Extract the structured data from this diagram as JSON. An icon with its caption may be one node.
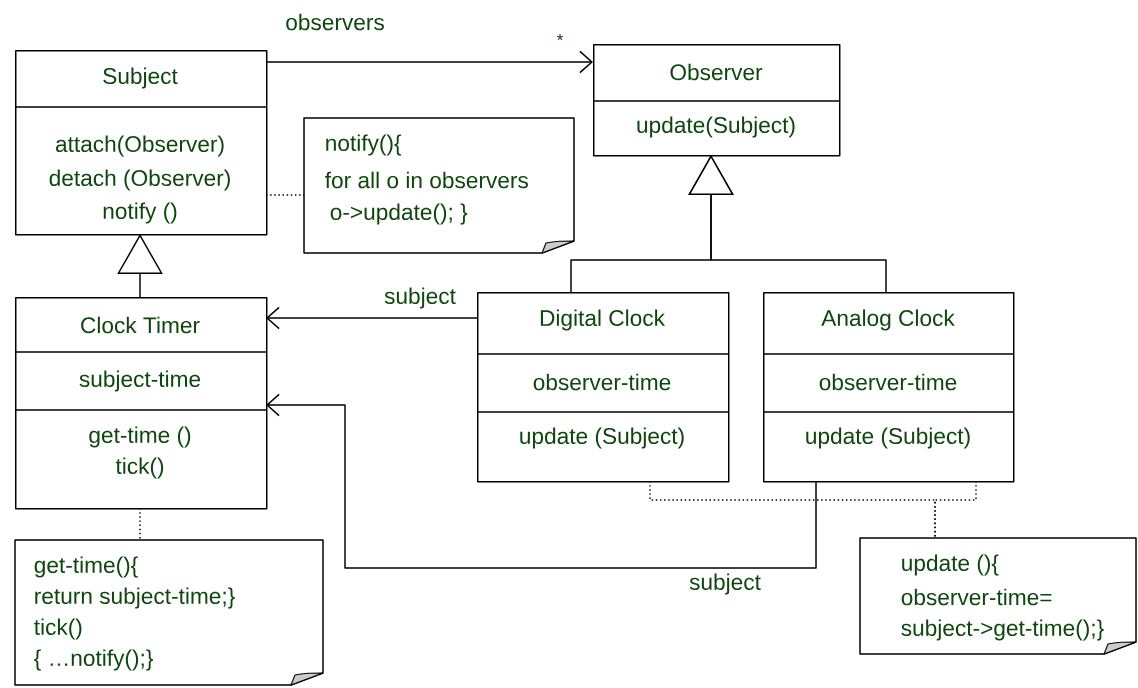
{
  "diagram": {
    "nodes": [
      {
        "text": [
          "Subject",
          "attach(Observer)",
          "detach (Observer)",
          "notify ()"
        ]
      },
      {
        "text": [
          "Observer",
          "update(Subject)"
        ]
      },
      {
        "text": [
          "notify(){",
          "for all o in observers",
          "o->update(); }"
        ]
      },
      {
        "text": [
          "Clock Timer",
          "subject-time",
          "get-time ()",
          "tick()"
        ]
      },
      {
        "text": [
          "Digital Clock",
          "observer-time",
          "update (Subject)"
        ]
      },
      {
        "text": [
          "Analog Clock",
          "observer-time",
          "update (Subject)"
        ]
      },
      {
        "text": [
          "get-time(){",
          "return subject-time;}",
          "tick()",
          "{ …notify();}"
        ]
      },
      {
        "text": [
          "update (){",
          "observer-time=",
          "subject->get-time();}"
        ]
      }
    ],
    "edges": [
      {
        "from": 0,
        "to": 1,
        "arrow": "to",
        "label": "observers"
      },
      {
        "from": 0,
        "to": 2,
        "arrow": "none",
        "style": "dashed"
      },
      {
        "from": 3,
        "to": 0,
        "arrow": "to"
      },
      {
        "from": 4,
        "to": 1,
        "arrow": "to"
      },
      {
        "from": 5,
        "to": 1,
        "arrow": "to"
      },
      {
        "from": 4,
        "to": 3,
        "arrow": "to",
        "label": "subject"
      },
      {
        "from": 5,
        "to": 3,
        "arrow": "to",
        "label": "subject"
      },
      {
        "from": 3,
        "to": 6,
        "arrow": "none",
        "style": "dashed"
      },
      {
        "from": 4,
        "to": 7,
        "arrow": "none",
        "style": "dashed"
      },
      {
        "from": 5,
        "to": 7,
        "arrow": "none",
        "style": "dashed"
      }
    ],
    "labels": [
      "*"
    ]
  }
}
